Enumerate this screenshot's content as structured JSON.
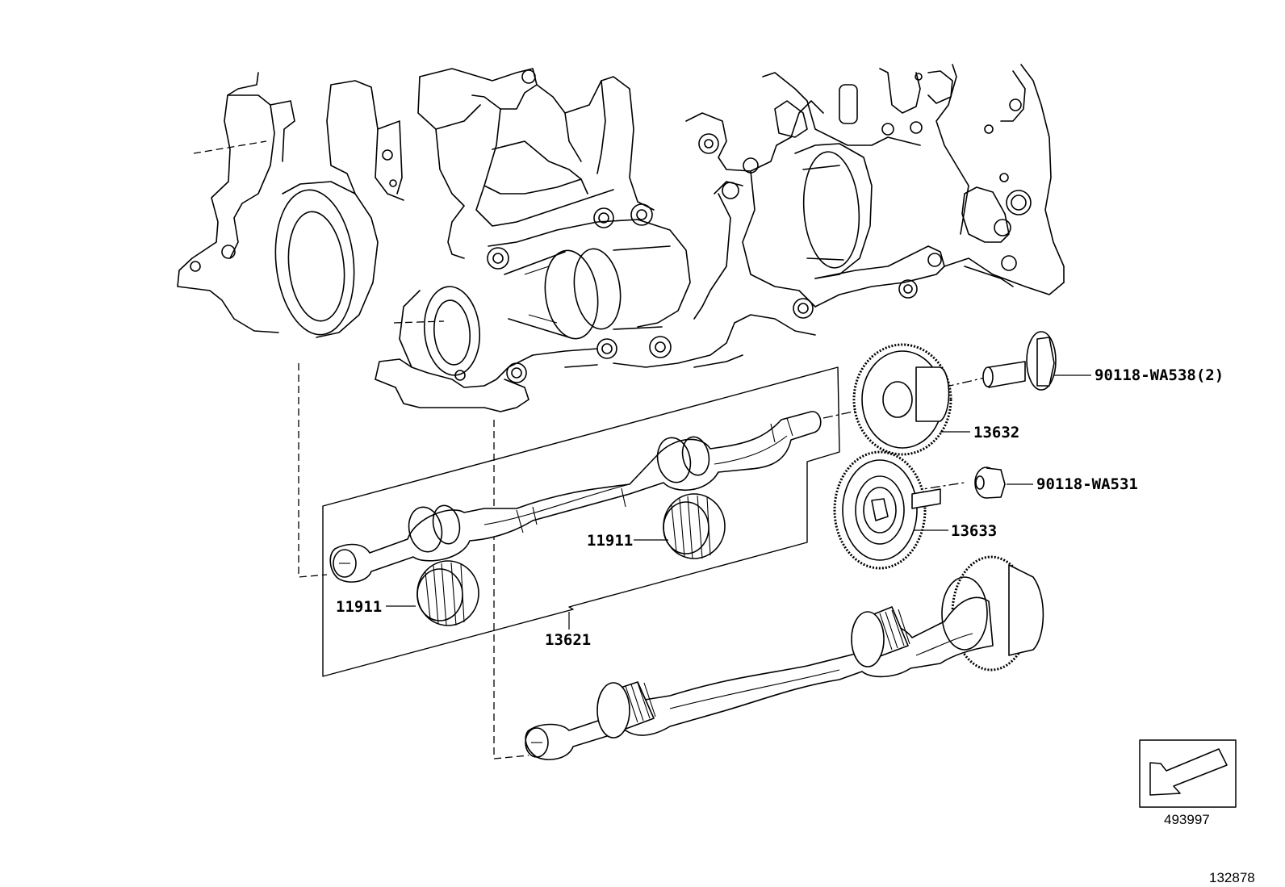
{
  "labels": {
    "bolt_upper": "90118-WA538(2)",
    "idler_gear": "13632",
    "bolt_lower": "90118-WA531",
    "balancer_gear": "13633",
    "bearing_a": "11911",
    "bearing_b": "11911",
    "shaft_set": "13621"
  },
  "footer": {
    "ref_code": "493997",
    "illustration_no": "132878"
  },
  "icons": {
    "engine_block": "engine-block-illustration",
    "front_direction": "front-arrow-icon"
  }
}
